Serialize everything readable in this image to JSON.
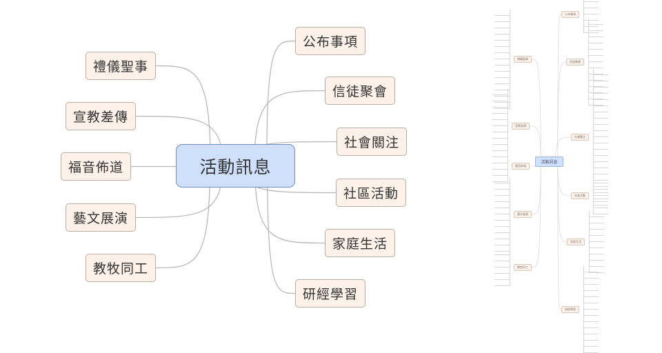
{
  "mindmap": {
    "center": "活動訊息",
    "right_branches": [
      "公布事項",
      "信徒聚會",
      "社會關注",
      "社區活動",
      "家庭生活",
      "研經學習"
    ],
    "left_branches": [
      "禮儀聖事",
      "宣教差傳",
      "福音佈道",
      "藝文展演",
      "教牧同工"
    ]
  },
  "colors": {
    "center_fill": "#cfe0fc",
    "center_border": "#6f8cc4",
    "branch_fill": "#fdf2e9",
    "branch_border": "#b8aba0",
    "link": "#b3b3b3"
  }
}
